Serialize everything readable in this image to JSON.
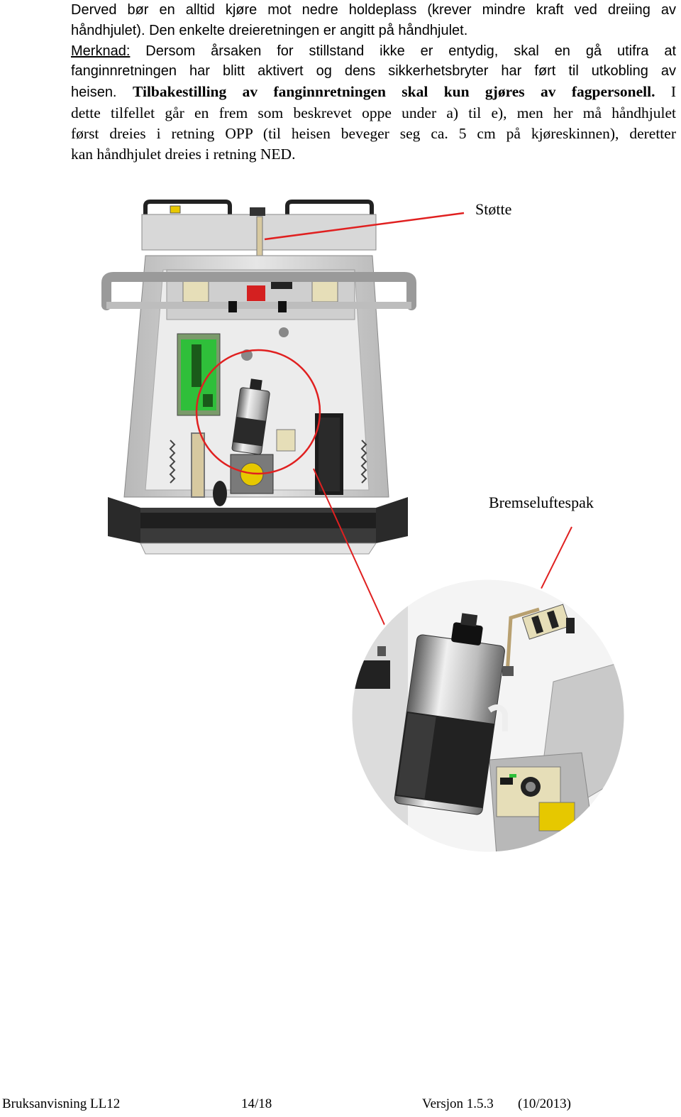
{
  "text": {
    "line1": "Derved bør en alltid kjøre mot nedre holdeplass (krever mindre kraft ved dreiing av",
    "line2": "håndhjulet). Den enkelte dreieretningen er angitt på håndhjulet.",
    "note_label": "Merknad:",
    "line3_rest": " Dersom årsaken for stillstand ikke er entydig, skal en gå utifra at",
    "line4": "fanginnretningen har blitt aktivert og dens sikkerhetsbryter har ført til utkobling av",
    "line5_start": "heisen. ",
    "line5_bold": "Tilbakestilling av fanginnretningen skal kun gjøres av fagpersonell.",
    "line5_end": " I",
    "line6": "dette tilfellet går en frem som beskrevet oppe under a) til e), men her må håndhjulet",
    "line7": "først dreies i retning OPP (til heisen beveger seg ca. 5 cm på kjøreskinnen), deretter",
    "line8": "kan håndhjulet dreies i retning NED."
  },
  "figure": {
    "label_support": "Støtte",
    "label_brake": "Bremseluftespak",
    "callout_color": "#e02020"
  },
  "footer": {
    "manual": "Bruksanvisning LL12",
    "page": "14/18",
    "version": "Versjon 1.5.3",
    "date": "(10/2013)"
  }
}
